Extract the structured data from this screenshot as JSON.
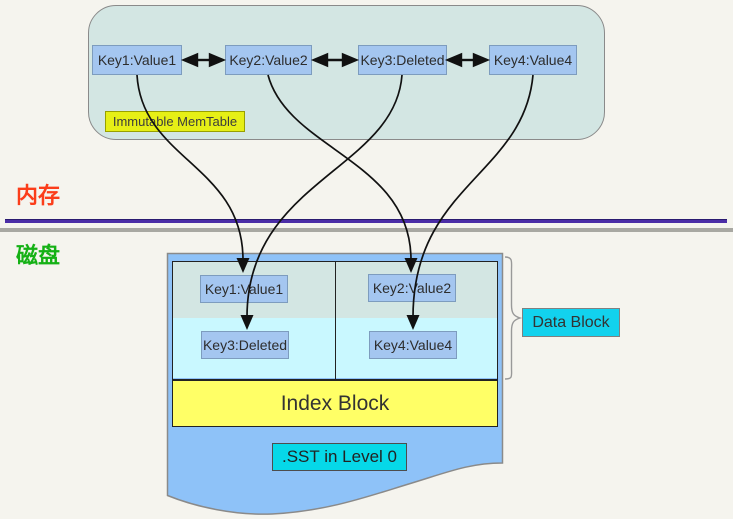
{
  "memory_section": {
    "label": "内存"
  },
  "disk_section": {
    "label": "磁盘"
  },
  "memtable": {
    "label": "Immutable MemTable",
    "entries": [
      {
        "label": "Key1:Value1"
      },
      {
        "label": "Key2:Value2"
      },
      {
        "label": "Key3:Deleted"
      },
      {
        "label": "Key4:Value4"
      }
    ]
  },
  "sst": {
    "cells": [
      {
        "label": "Key1:Value1"
      },
      {
        "label": "Key2:Value2"
      },
      {
        "label": "Key3:Deleted"
      },
      {
        "label": "Key4:Value4"
      }
    ],
    "index_block_label": "Index Block",
    "file_label": ".SST in Level 0",
    "data_block_label": "Data Block"
  },
  "colors": {
    "memtable_fill": "#d3e6e3",
    "key_box_fill": "#a4c6f0",
    "memtable_tag_fill": "#e6ef16",
    "memory_text": "#fb3d1a",
    "disk_text": "#15b115",
    "memory_disk_divider": "#4b2da6",
    "sst_container_fill": "#8ec2f8",
    "data_row_top_fill": "#d3e6e3",
    "data_row_bottom_fill": "#c9f8ff",
    "index_block_fill": "#ffff66",
    "cyan_label_fill": "#06d8e8"
  }
}
